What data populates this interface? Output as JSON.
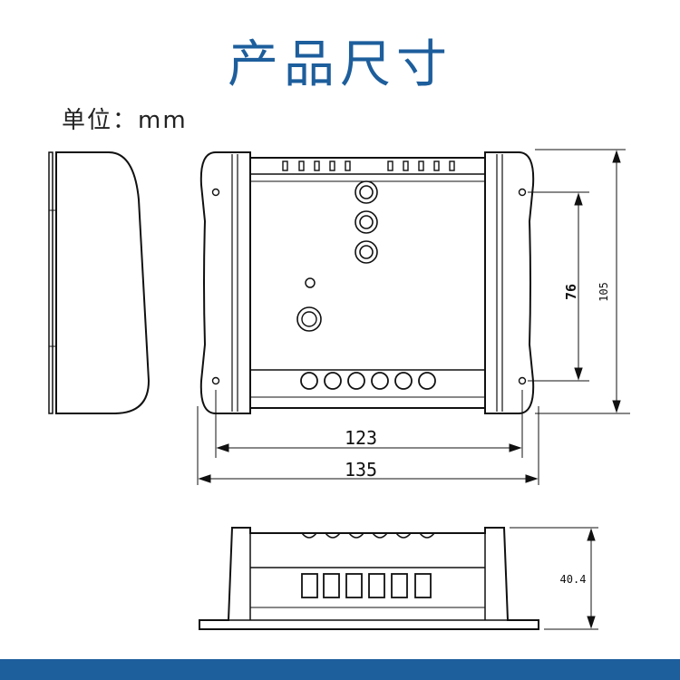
{
  "title": "产品尺寸",
  "unit_label": "单位：mm",
  "dimensions": {
    "width_inner": "123",
    "width_outer": "135",
    "height_inner": "76",
    "height_outer": "105",
    "depth": "40.4"
  },
  "colors": {
    "title": "#1d5e9c",
    "footer_bar": "#1d5e9c",
    "line": "#111111"
  }
}
